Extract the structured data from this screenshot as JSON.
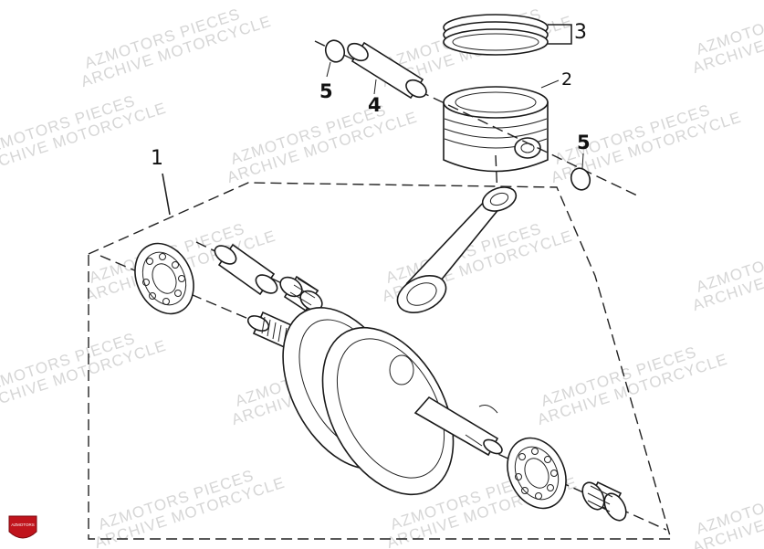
{
  "diagram": {
    "callouts": {
      "c1": "1",
      "c2": "2",
      "c3": "3",
      "c4": "4",
      "c5a": "5",
      "c5b": "5"
    },
    "watermark": {
      "line1": "AZMOTORS PIECES",
      "line2": "ARCHIVE MOTORCYCLE"
    },
    "logo_text": "AZMOTORS",
    "colors": {
      "line": "#222222",
      "watermark": "#d6d6d6",
      "logo_red": "#c0141c"
    }
  }
}
